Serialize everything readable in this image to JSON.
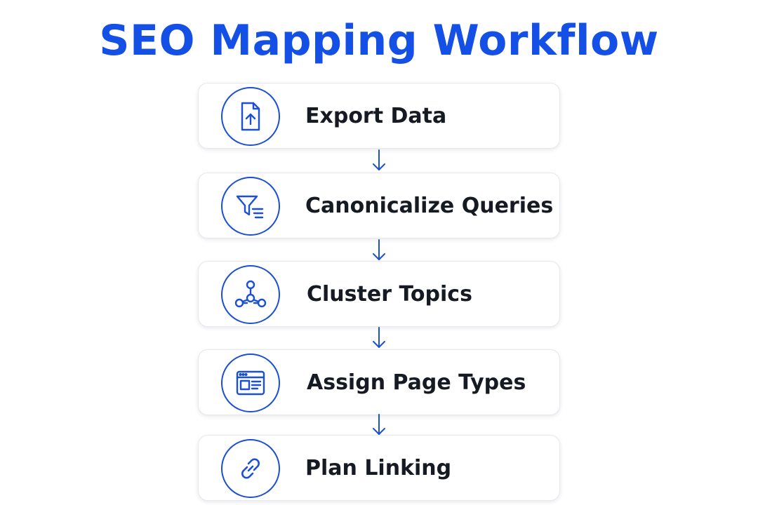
{
  "title": "SEO Mapping Workflow",
  "colors": {
    "accent": "#1450e6",
    "icon_stroke": "#1a4fd6",
    "label_text": "#161a22",
    "card_border": "#e6e8ee"
  },
  "steps": [
    {
      "label": "Export Data",
      "icon": "file-upload-icon"
    },
    {
      "label": "Canonicalize Queries",
      "icon": "filter-list-icon"
    },
    {
      "label": "Cluster Topics",
      "icon": "network-nodes-icon"
    },
    {
      "label": "Assign Page Types",
      "icon": "browser-layout-icon"
    },
    {
      "label": "Plan Linking",
      "icon": "link-icon"
    }
  ]
}
